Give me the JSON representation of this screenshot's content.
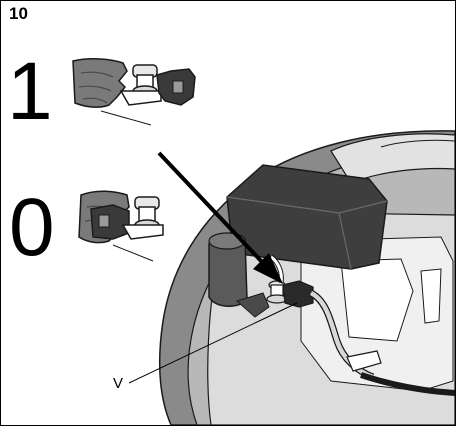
{
  "step": {
    "number": "10"
  },
  "positions": {
    "on_label": "1",
    "off_label": "0"
  },
  "callout": {
    "v_label": "V"
  },
  "colors": {
    "text": "#000000",
    "border": "#000000",
    "housing_dark": "#6e6e6e",
    "housing_mid": "#9a9a9a",
    "housing_light": "#c8c8c8",
    "housing_pale": "#e2e2e2",
    "hand": "#7a7a7a",
    "outline": "#1a1a1a"
  },
  "icons": {
    "arrow": "arrow-icon",
    "switch_on": "ignition-switch-on-icon",
    "switch_off": "ignition-switch-off-icon"
  }
}
